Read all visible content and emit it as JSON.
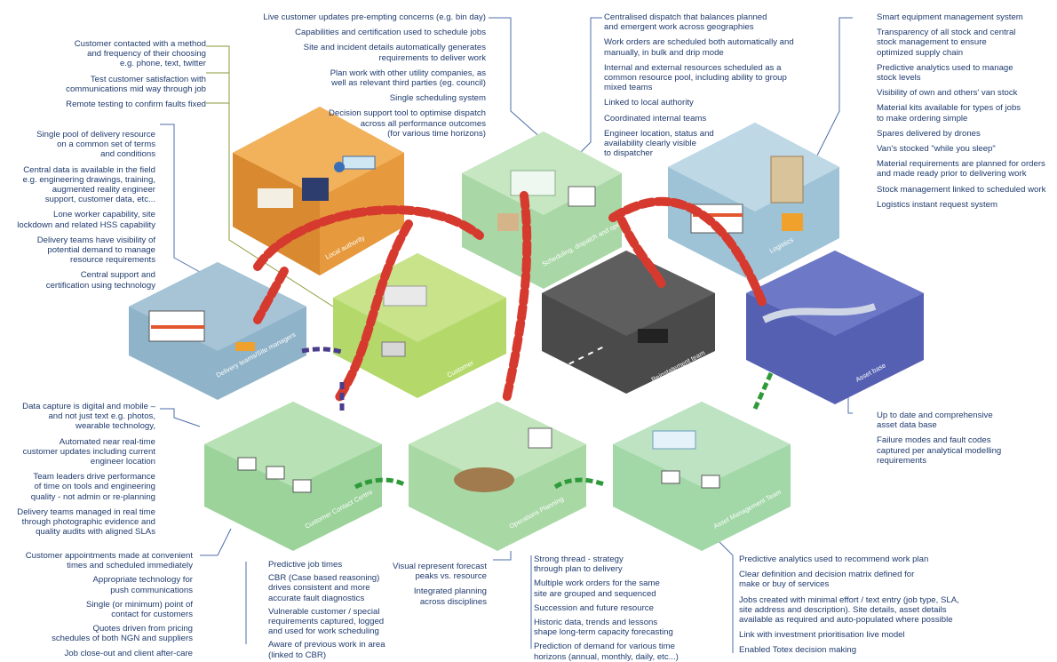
{
  "colors": {
    "text": "#1f3b6e",
    "connector_blue": "#4d6ea8",
    "connector_olive": "#8a9a3a",
    "local_authority": "#e79a3d",
    "scheduling": "#a9d7a6",
    "logistics": "#9fc3d6",
    "delivery": "#8fb3c8",
    "customer": "#b4d96a",
    "reinstatement": "#4a4a4a",
    "asset_base": "#5560b3",
    "contact_centre": "#9bd39a",
    "ops_planning": "#a8d8a4",
    "asset_mgmt": "#a2d7a8",
    "arrow_red": "#d63a2f",
    "arrow_purple": "#4a3c8c",
    "arrow_green": "#2f9a3a"
  },
  "rooms": {
    "local_authority": "Local authority",
    "scheduling": "Scheduling, dispatch and operations support team",
    "logistics": "Logistics",
    "delivery": "Delivery teams/Site managers",
    "customer": "Customer",
    "reinstatement": "Reinstatement team",
    "asset_base": "Asset base",
    "contact_centre": "Customer Contact Centre",
    "ops_planning": "Operations Planning",
    "asset_mgmt": "Asset Management Team"
  },
  "annotations": {
    "top_left": [
      "Customer contacted with a method\nand frequency of their choosing\ne.g. phone, text, twitter",
      "Test customer satisfaction with\ncommunications mid way through job",
      "Remote testing to confirm faults fixed"
    ],
    "left_mid": [
      "Single pool of delivery resource\non a common set of terms\nand conditions",
      "Central data is available in the field\ne.g. engineering drawings, training,\naugmented reality engineer\nsupport, customer data, etc...",
      "Lone worker capability, site\nlockdown and related HSS capability",
      "Delivery teams have visibility of\npotential demand to manage\nresource requirements",
      "Central support and\ncertification using technology"
    ],
    "top_center": [
      "Live customer updates pre-empting concerns (e.g. bin day)",
      "Capabilities and certification used to schedule jobs",
      "Site and incident details automatically generates\nrequirements to deliver work",
      "Plan work with other utility companies, as\nwell as relevant third parties (eg. council)",
      "Single scheduling system",
      "Decision support tool to optimise dispatch\nacross all performance outcomes\n(for various time horizons)"
    ],
    "top_mid_right": [
      "Centralised dispatch that balances planned\nand emergent work across geographies",
      "Work orders are scheduled both automatically and\nmanually, in bulk and drip mode",
      "Internal and external resources scheduled as a\ncommon resource pool, including ability to group\nmixed teams",
      "Linked to local authority",
      "Coordinated internal teams",
      "Engineer location, status and\navailability clearly visible\nto dispatcher"
    ],
    "top_right": [
      "Smart equipment management system",
      "Transparency of all stock and central\nstock management to ensure\noptimized supply chain",
      "Predictive analytics used to manage\nstock levels",
      "Visibility of own and others' van stock",
      "Material kits available for types of jobs\nto make ordering simple",
      "Spares delivered by drones",
      "Van's stocked \"while you sleep\"",
      "Material requirements are planned for orders\nand made ready prior to delivering work",
      "Stock management linked to scheduled work",
      "Logistics instant request system"
    ],
    "right_mid": [
      "Up to date and comprehensive\nasset data base",
      "Failure modes and fault codes\ncaptured per analytical modelling\nrequirements"
    ],
    "left_lower": [
      "Data capture is digital and mobile –\nand not just text e.g. photos,\nwearable technology,",
      "Automated near real-time\ncustomer updates including current\nengineer location",
      "Team leaders drive performance\nof time on tools and engineering\nquality - not admin or re-planning",
      "Delivery teams managed in real time\nthrough photographic evidence and\nquality audits with aligned SLAs"
    ],
    "bottom_left": [
      "Customer appointments made at convenient\ntimes and scheduled immediately",
      "Appropriate technology for\npush communications",
      "Single (or minimum) point of\ncontact for customers",
      "Quotes driven from pricing\nschedules of both NGN and suppliers",
      "Job close-out and client after-care"
    ],
    "bottom_left2": [
      "Predictive job times",
      "CBR (Case based reasoning)\ndrives consistent and more\naccurate fault diagnostics",
      "Vulnerable customer / special\nrequirements captured, logged\nand used for work scheduling",
      "Aware of previous work in area\n(linked to CBR)"
    ],
    "bottom_mid_left": [
      "Visual represent forecast\npeaks vs. resource",
      "Integrated planning\nacross disciplines"
    ],
    "bottom_mid": [
      "Strong thread - strategy\nthrough plan to delivery",
      "Multiple work orders for the same\nsite are grouped and sequenced",
      "Succession and future resource",
      "Historic data, trends and lessons\nshape long-term capacity forecasting",
      "Prediction of demand for various time\nhorizons (annual, monthly, daily, etc...)"
    ],
    "bottom_right": [
      "Predictive analytics used to recommend work plan",
      "Clear definition and decision matrix defined for\nmake or buy of services",
      "Jobs created with minimal effort  / text entry (job type, SLA,\nsite address and description). Site details, asset details\navailable as required and auto-populated where possible",
      "Link with investment prioritisation live model",
      "Enabled Totex decision making"
    ]
  }
}
